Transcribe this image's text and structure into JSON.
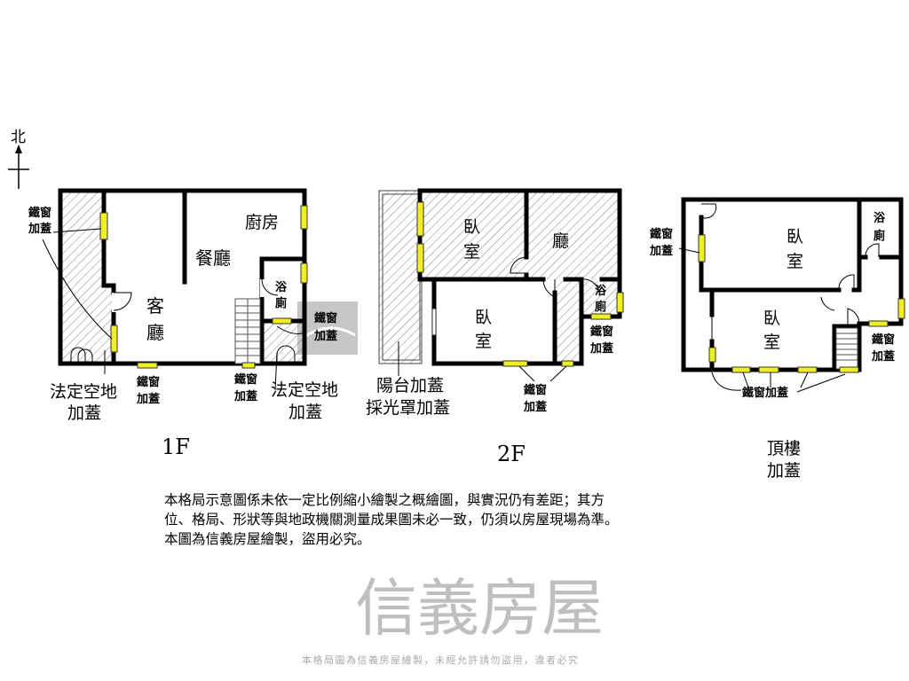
{
  "compass": {
    "north": "北"
  },
  "floor1": {
    "title": "1F",
    "living": [
      "客",
      "廳"
    ],
    "dining": "餐廳",
    "kitchen": "廚房",
    "bath": [
      "浴",
      "廁"
    ],
    "iron_window": [
      "鐵窗",
      "加蓋"
    ],
    "legal_space": [
      "法定空地",
      "加蓋"
    ]
  },
  "floor2": {
    "title": "2F",
    "bedroom": [
      "臥",
      "室"
    ],
    "hall": "廳",
    "bath": [
      "浴",
      "廁"
    ],
    "iron_window": [
      "鐵窗",
      "加蓋"
    ],
    "balcony": [
      "陽台加蓋",
      "採光罩加蓋"
    ]
  },
  "roof": {
    "title": [
      "頂樓",
      "加蓋"
    ],
    "bedroom": [
      "臥",
      "室"
    ],
    "bath": [
      "浴",
      "廁"
    ],
    "iron_window": [
      "鐵窗",
      "加蓋"
    ],
    "iron_window_inline": "鐵窗加蓋"
  },
  "watermark": {
    "brand": "信義房屋",
    "notice": "本格局圖為信義房屋繪製，未經允許請勿盜用，違者必究"
  },
  "note": [
    "本格局示意圖係未依一定比例縮小繪製之概繪圖，與實況仍有差距；其方",
    "位、格局、形狀等與地政機關測量成果圖未必一致，仍須以房屋現場為準。",
    "本圖為信義房屋繪製，盜用必究。"
  ]
}
